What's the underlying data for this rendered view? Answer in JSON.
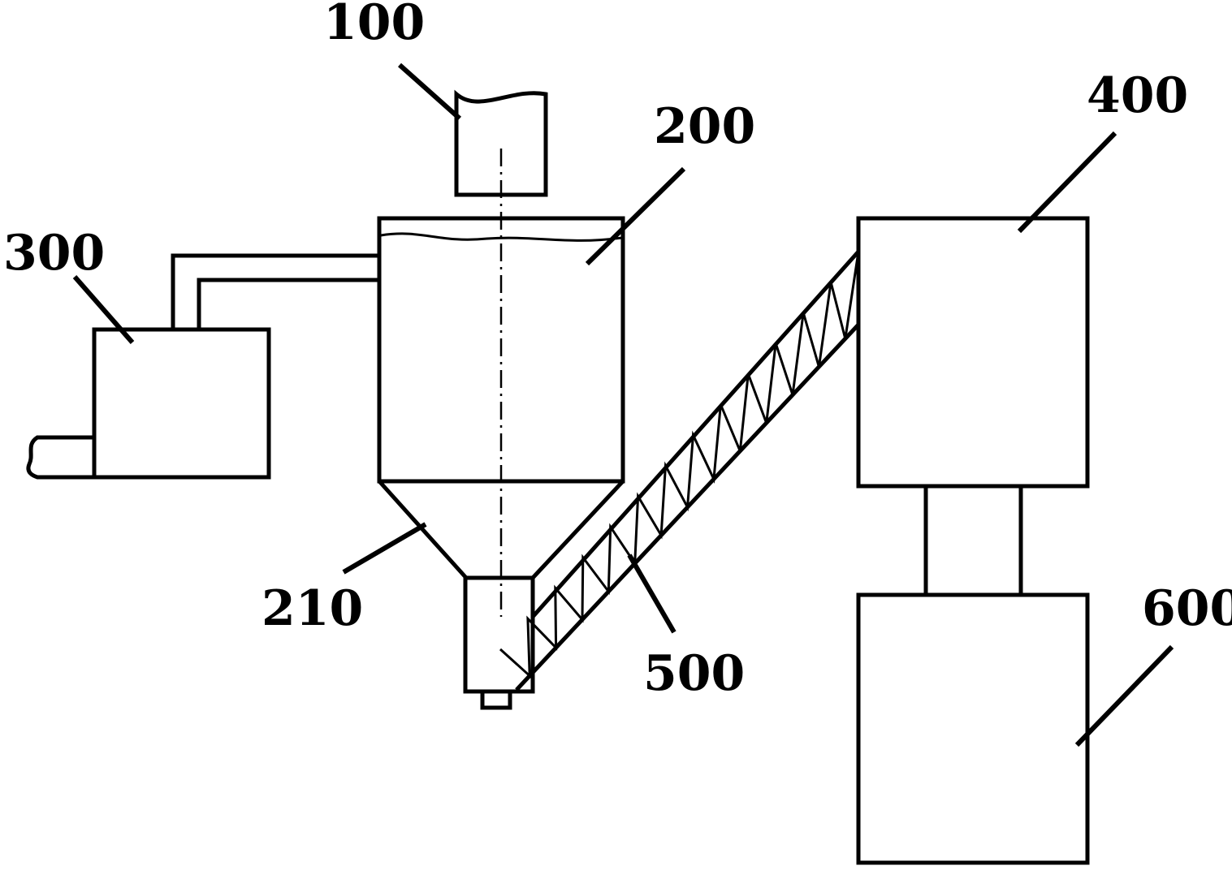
{
  "labels": {
    "l100": "100",
    "l200": "200",
    "l210": "210",
    "l300": "300",
    "l400": "400",
    "l500": "500",
    "l600": "600"
  },
  "colors": {
    "line": "#000000",
    "background": "#ffffff"
  }
}
